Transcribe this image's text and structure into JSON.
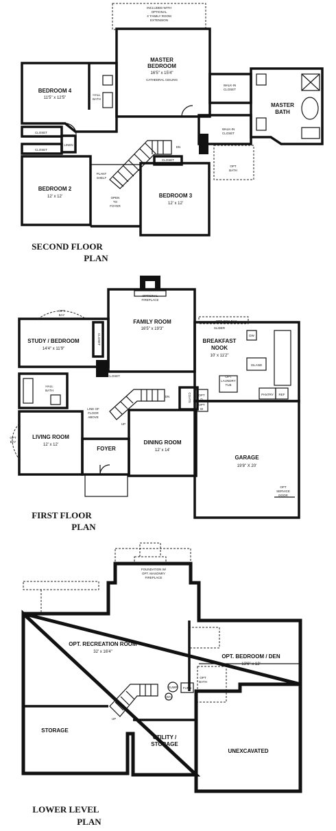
{
  "floors": {
    "second": {
      "title_line1": "SECOND FLOOR",
      "title_line2": "PLAN",
      "master_bedroom": {
        "name_line1": "MASTER",
        "name_line2": "BEDROOM",
        "size": "16'5\" x 15'4\"",
        "note": "CATHEDRAL CEILING"
      },
      "optional_note": [
        "INCLUDED WITH",
        "OPTIONAL",
        "4' FAMILY ROOM",
        "EXTENSION"
      ],
      "bedroom4": {
        "name": "BEDROOM 4",
        "size": "11'5\" x 12'5\""
      },
      "bedroom2": {
        "name": "BEDROOM 2",
        "size": "12' x 12'"
      },
      "bedroom3": {
        "name": "BEDROOM 3",
        "size": "12' x 12'"
      },
      "master_bath": {
        "line1": "MASTER",
        "line2": "BATH"
      },
      "hall_bath": {
        "line1": "HALL",
        "line2": "BATH"
      },
      "walkin_closet_1": {
        "line1": "WALK-IN",
        "line2": "CLOSET"
      },
      "walkin_closet_2": {
        "line1": "WALK-IN",
        "line2": "CLOSET"
      },
      "closet_a": "CLOSET",
      "closet_b": "CLOSET",
      "closet_c": "CLOSET",
      "linen": "LINEN",
      "open_to_foyer": [
        "OPEN",
        "TO",
        "FOYER"
      ],
      "plant_shelf": [
        "PLANT",
        "SHELF"
      ],
      "opt_bath": [
        "OPT",
        "BATH"
      ],
      "dn": "DN"
    },
    "first": {
      "title_line1": "FIRST FLOOR",
      "title_line2": "PLAN",
      "family_room": {
        "name": "FAMILY ROOM",
        "size": "16'5\" x 19'3\""
      },
      "optional_fireplace": [
        "OPTIONAL",
        "FIREPLACE"
      ],
      "study": {
        "name": "STUDY / BEDROOM",
        "size": "14'4\" x 11'9\""
      },
      "opt_bay_1": [
        "OPT",
        "BAY"
      ],
      "opt_bay_2": [
        "OPT",
        "BAY"
      ],
      "breakfast": {
        "line1": "BREAKFAST",
        "line2": "NOOK",
        "size": "10' x 11'2\""
      },
      "opt_box_bay": "OPT. BOX BAY",
      "slider": "SLIDER",
      "dw": "DW",
      "island": "ISLAND",
      "opt_laundry": [
        "OPT",
        "LAUNDRY",
        "TUB"
      ],
      "pantry": "PANTRY",
      "ref": "REF",
      "closet_a": "CLOSET",
      "closet_b": "CLOSET",
      "hall_bath": [
        "HALL",
        "BATH"
      ],
      "line_of_floor": [
        "LINE OF",
        "FLOOR",
        "ABOVE"
      ],
      "living_room": {
        "name": "LIVING ROOM",
        "size": "12' x 12'"
      },
      "foyer": "FOYER",
      "dining_room": {
        "name": "DINING ROOM",
        "size": "12' x 14'"
      },
      "garage": {
        "name": "GARAGE",
        "size": "19'8\" X 20'"
      },
      "opt_service_door": [
        "OPT",
        "SERVICE",
        "DOOR"
      ],
      "opt_d": [
        "OPT",
        "D"
      ],
      "opt_w": [
        "OPT",
        "W"
      ],
      "coats": "COATS",
      "up": "UP",
      "dn": "DN"
    },
    "lower": {
      "title_line1": "LOWER LEVEL",
      "title_line2": "PLAN",
      "foundation_note": [
        "FOUNDATION W/",
        "OPT. MASONRY",
        "FIREPLACE"
      ],
      "recreation": {
        "name": "OPT. RECREATION ROOM",
        "size": "32' x 16'4\""
      },
      "bedroom_den": {
        "name": "OPT. BEDROOM / DEN",
        "size": "13'6\" x 12'"
      },
      "opt_bath": [
        "OPT",
        "BATH"
      ],
      "sump": "SUMP",
      "furn": "FURN",
      "storage": "STORAGE",
      "utility": [
        "UTILITY /",
        "STORAGE"
      ],
      "unexcavated": "UNEXCAVATED",
      "up": "UP",
      "wh": "WH"
    }
  }
}
